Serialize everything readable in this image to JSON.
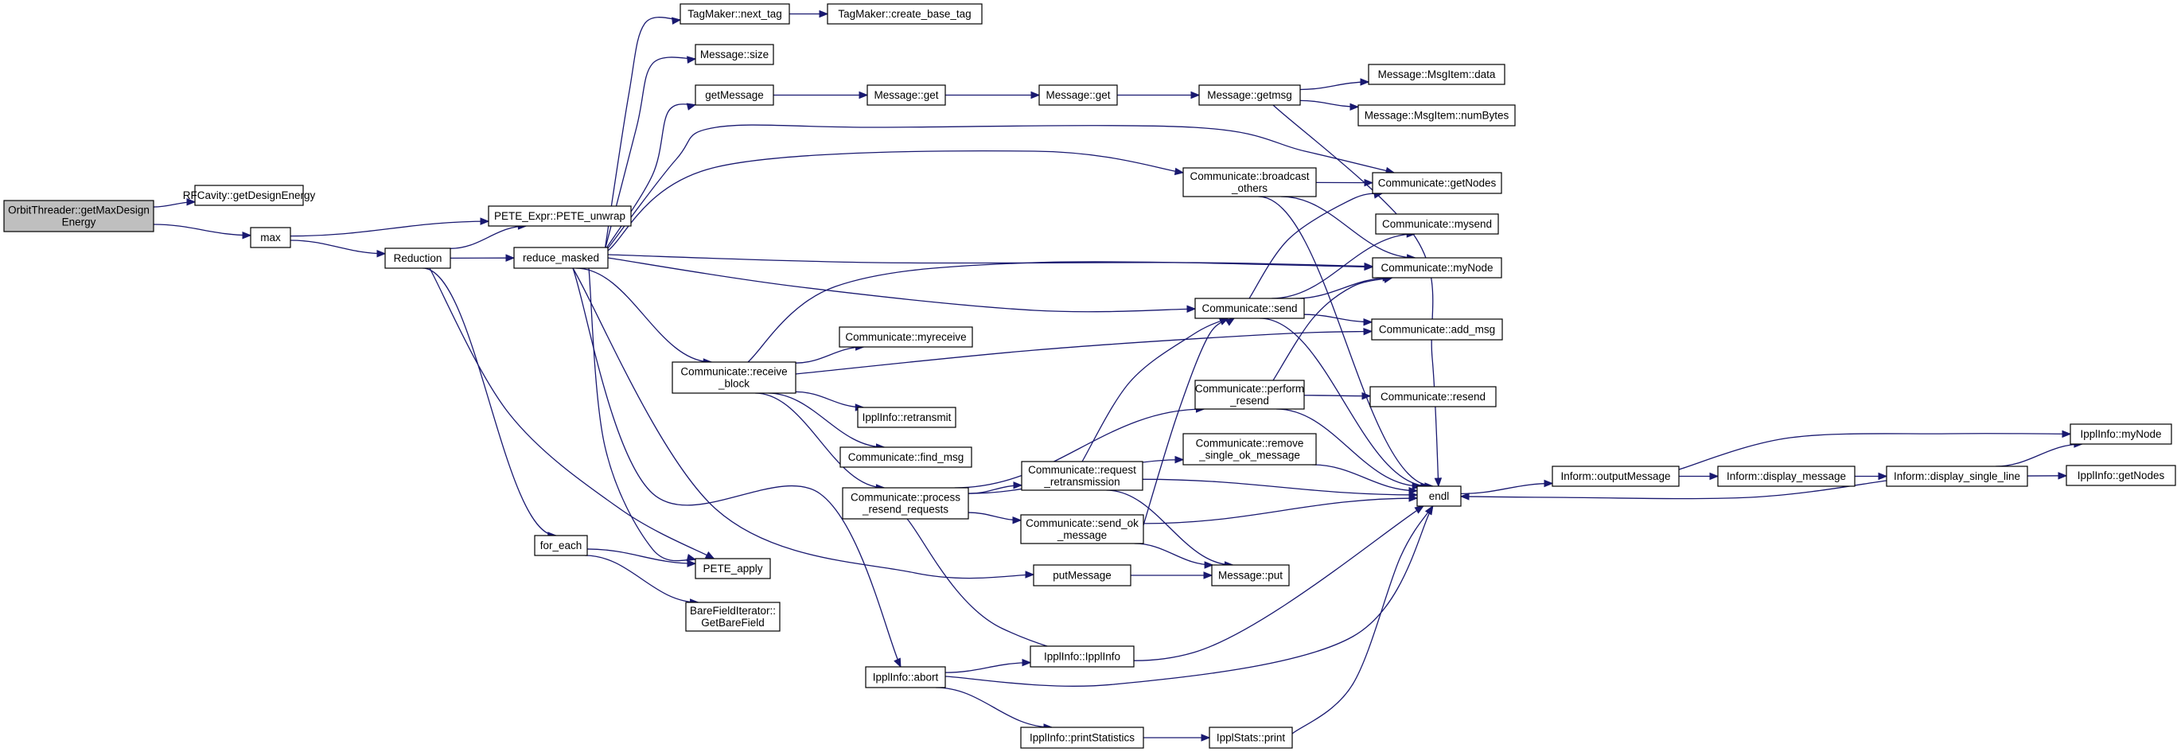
{
  "graph": {
    "edge_color": "#191970",
    "root_fill": "#bfbfbf",
    "node_fill": "#ffffff",
    "nodes": [
      {
        "id": "root",
        "lines": [
          "OrbitThreader::getMaxDesign",
          "Energy"
        ],
        "root": true
      },
      {
        "id": "rfcav",
        "lines": [
          "RFCavity::getDesignEnergy"
        ]
      },
      {
        "id": "max",
        "lines": [
          "max"
        ]
      },
      {
        "id": "reduction",
        "lines": [
          "Reduction"
        ]
      },
      {
        "id": "pete_unwrap",
        "lines": [
          "PETE_Expr::PETE_unwrap"
        ]
      },
      {
        "id": "reduce_masked",
        "lines": [
          "reduce_masked"
        ]
      },
      {
        "id": "for_each",
        "lines": [
          "for_each"
        ]
      },
      {
        "id": "pete_apply",
        "lines": [
          "PETE_apply"
        ]
      },
      {
        "id": "barefield",
        "lines": [
          "BareFieldIterator::",
          "GetBareField"
        ]
      },
      {
        "id": "tag_next",
        "lines": [
          "TagMaker::next_tag"
        ]
      },
      {
        "id": "tag_create",
        "lines": [
          "TagMaker::create_base_tag"
        ]
      },
      {
        "id": "msg_size",
        "lines": [
          "Message::size"
        ]
      },
      {
        "id": "getMessage",
        "lines": [
          "getMessage"
        ]
      },
      {
        "id": "msg_get1",
        "lines": [
          "Message::get"
        ]
      },
      {
        "id": "msg_get2",
        "lines": [
          "Message::get"
        ]
      },
      {
        "id": "msg_getmsg",
        "lines": [
          "Message::getmsg"
        ]
      },
      {
        "id": "msgitem_data",
        "lines": [
          "Message::MsgItem::data"
        ]
      },
      {
        "id": "msgitem_numbytes",
        "lines": [
          "Message::MsgItem::numBytes"
        ]
      },
      {
        "id": "comm_broadcast",
        "lines": [
          "Communicate::broadcast",
          "_others"
        ]
      },
      {
        "id": "comm_getnodes",
        "lines": [
          "Communicate::getNodes"
        ]
      },
      {
        "id": "comm_mysend",
        "lines": [
          "Communicate::mysend"
        ]
      },
      {
        "id": "comm_mynode",
        "lines": [
          "Communicate::myNode"
        ]
      },
      {
        "id": "comm_send",
        "lines": [
          "Communicate::send"
        ]
      },
      {
        "id": "comm_addmsg",
        "lines": [
          "Communicate::add_msg"
        ]
      },
      {
        "id": "comm_receive",
        "lines": [
          "Communicate::receive",
          "_block"
        ]
      },
      {
        "id": "comm_myreceive",
        "lines": [
          "Communicate::myreceive"
        ]
      },
      {
        "id": "ippl_retransmit",
        "lines": [
          "IpplInfo::retransmit"
        ]
      },
      {
        "id": "comm_findmsg",
        "lines": [
          "Communicate::find_msg"
        ]
      },
      {
        "id": "comm_process",
        "lines": [
          "Communicate::process",
          "_resend_requests"
        ]
      },
      {
        "id": "comm_perform",
        "lines": [
          "Communicate::perform",
          "_resend"
        ]
      },
      {
        "id": "comm_resend",
        "lines": [
          "Communicate::resend"
        ]
      },
      {
        "id": "comm_remove",
        "lines": [
          "Communicate::remove",
          "_single_ok_message"
        ]
      },
      {
        "id": "comm_request",
        "lines": [
          "Communicate::request",
          "_retransmission"
        ]
      },
      {
        "id": "comm_sendok",
        "lines": [
          "Communicate::send_ok",
          "_message"
        ]
      },
      {
        "id": "endl",
        "lines": [
          "endl"
        ]
      },
      {
        "id": "putMessage",
        "lines": [
          "putMessage"
        ]
      },
      {
        "id": "msg_put",
        "lines": [
          "Message::put"
        ]
      },
      {
        "id": "ippl_abort",
        "lines": [
          "IpplInfo::abort"
        ]
      },
      {
        "id": "ippl_ipplinfo",
        "lines": [
          "IpplInfo::IpplInfo"
        ]
      },
      {
        "id": "ippl_printstats",
        "lines": [
          "IpplInfo::printStatistics"
        ]
      },
      {
        "id": "ipplstats_print",
        "lines": [
          "IpplStats::print"
        ]
      },
      {
        "id": "inform_output",
        "lines": [
          "Inform::outputMessage"
        ]
      },
      {
        "id": "inform_display",
        "lines": [
          "Inform::display_message"
        ]
      },
      {
        "id": "inform_single",
        "lines": [
          "Inform::display_single_line"
        ]
      },
      {
        "id": "ippl_mynode",
        "lines": [
          "IpplInfo::myNode"
        ]
      },
      {
        "id": "ippl_getnodes",
        "lines": [
          "IpplInfo::getNodes"
        ]
      }
    ],
    "edges": [
      [
        "root",
        "rfcav"
      ],
      [
        "root",
        "max"
      ],
      [
        "max",
        "pete_unwrap"
      ],
      [
        "max",
        "reduction"
      ],
      [
        "reduction",
        "pete_unwrap"
      ],
      [
        "reduction",
        "reduce_masked"
      ],
      [
        "reduction",
        "for_each"
      ],
      [
        "reduction",
        "pete_apply"
      ],
      [
        "for_each",
        "pete_apply"
      ],
      [
        "for_each",
        "barefield"
      ],
      [
        "reduce_masked",
        "tag_next"
      ],
      [
        "reduce_masked",
        "msg_size"
      ],
      [
        "reduce_masked",
        "getMessage"
      ],
      [
        "reduce_masked",
        "comm_getnodes"
      ],
      [
        "reduce_masked",
        "comm_broadcast"
      ],
      [
        "reduce_masked",
        "comm_mynode"
      ],
      [
        "reduce_masked",
        "comm_send"
      ],
      [
        "reduce_masked",
        "comm_receive"
      ],
      [
        "reduce_masked",
        "pete_apply"
      ],
      [
        "reduce_masked",
        "putMessage"
      ],
      [
        "reduce_masked",
        "ippl_abort"
      ],
      [
        "tag_next",
        "tag_create"
      ],
      [
        "getMessage",
        "msg_get1"
      ],
      [
        "msg_get1",
        "msg_get2"
      ],
      [
        "msg_get2",
        "msg_getmsg"
      ],
      [
        "msg_getmsg",
        "msgitem_data"
      ],
      [
        "msg_getmsg",
        "msgitem_numbytes"
      ],
      [
        "msg_getmsg",
        "endl"
      ],
      [
        "comm_broadcast",
        "comm_getnodes"
      ],
      [
        "comm_broadcast",
        "comm_mynode"
      ],
      [
        "comm_broadcast",
        "endl"
      ],
      [
        "comm_send",
        "comm_getnodes"
      ],
      [
        "comm_send",
        "comm_mysend"
      ],
      [
        "comm_send",
        "comm_mynode"
      ],
      [
        "comm_send",
        "comm_addmsg"
      ],
      [
        "comm_send",
        "endl"
      ],
      [
        "comm_receive",
        "comm_myreceive"
      ],
      [
        "comm_receive",
        "comm_addmsg"
      ],
      [
        "comm_receive",
        "ippl_retransmit"
      ],
      [
        "comm_receive",
        "comm_findmsg"
      ],
      [
        "comm_receive",
        "comm_process"
      ],
      [
        "comm_receive",
        "comm_mynode"
      ],
      [
        "comm_process",
        "comm_perform"
      ],
      [
        "comm_process",
        "comm_remove"
      ],
      [
        "comm_process",
        "comm_request"
      ],
      [
        "comm_process",
        "comm_sendok"
      ],
      [
        "comm_process",
        "endl"
      ],
      [
        "comm_perform",
        "comm_mynode"
      ],
      [
        "comm_perform",
        "comm_resend"
      ],
      [
        "comm_perform",
        "endl"
      ],
      [
        "comm_remove",
        "endl"
      ],
      [
        "comm_request",
        "comm_send"
      ],
      [
        "comm_request",
        "endl"
      ],
      [
        "comm_request",
        "msg_put"
      ],
      [
        "comm_sendok",
        "comm_send"
      ],
      [
        "comm_sendok",
        "endl"
      ],
      [
        "comm_sendok",
        "msg_put"
      ],
      [
        "putMessage",
        "msg_put"
      ],
      [
        "ippl_abort",
        "ippl_ipplinfo"
      ],
      [
        "ippl_abort",
        "ippl_printstats"
      ],
      [
        "ippl_abort",
        "endl"
      ],
      [
        "ippl_printstats",
        "ipplstats_print"
      ],
      [
        "ipplstats_print",
        "endl"
      ],
      [
        "endl",
        "inform_output"
      ],
      [
        "inform_output",
        "inform_display"
      ],
      [
        "inform_output",
        "ippl_mynode"
      ],
      [
        "inform_display",
        "inform_single"
      ],
      [
        "inform_single",
        "ippl_mynode"
      ],
      [
        "inform_single",
        "ippl_getnodes"
      ],
      [
        "inform_single",
        "endl"
      ]
    ]
  }
}
